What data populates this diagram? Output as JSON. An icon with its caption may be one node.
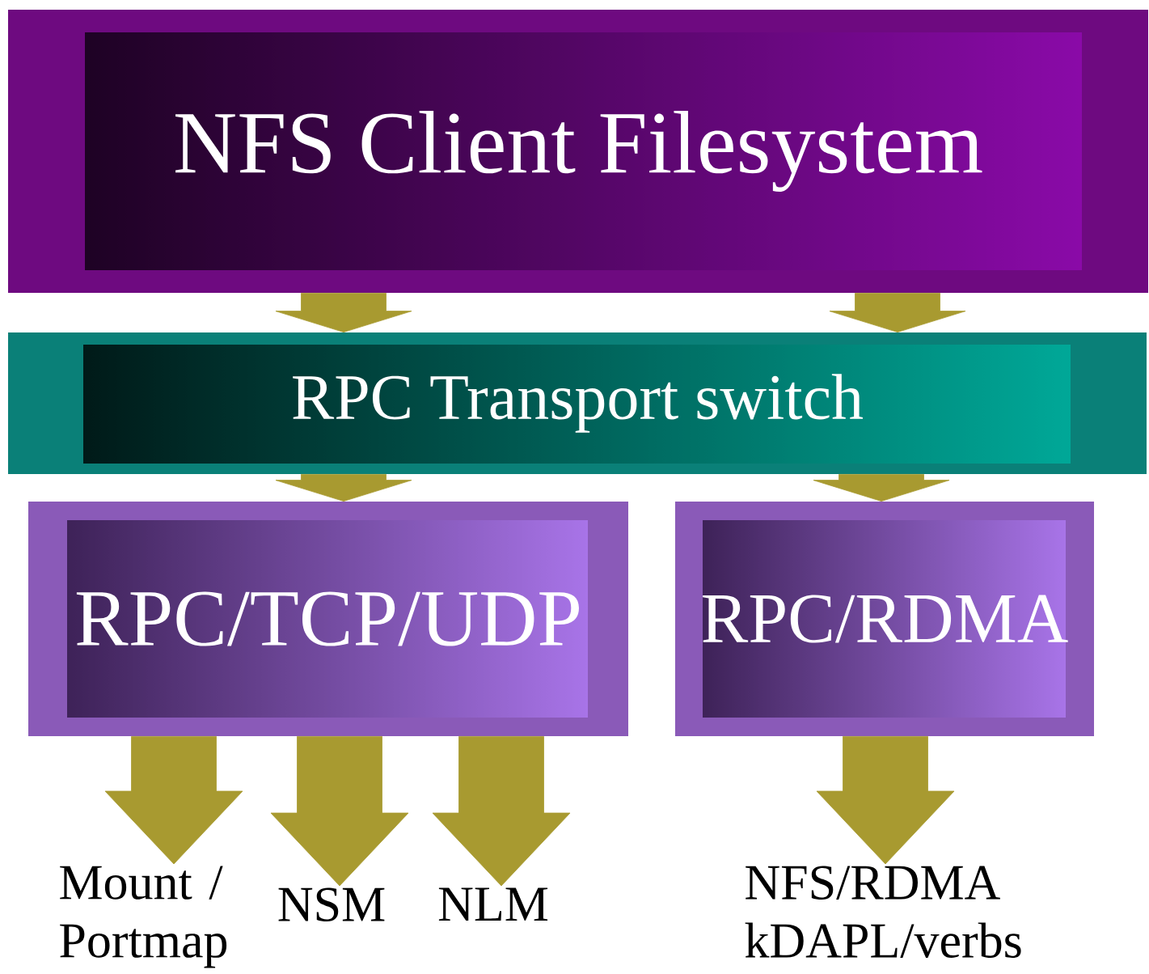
{
  "diagram": {
    "nodes": [
      {
        "text": [
          "NFS Client Filesystem"
        ]
      },
      {
        "text": [
          "RPC Transport switch"
        ]
      },
      {
        "text": [
          "RPC/TCP/UDP"
        ]
      },
      {
        "text": [
          "RPC/RDMA"
        ]
      },
      {
        "text": [
          "Mount / Portmap"
        ]
      },
      {
        "text": [
          "NSM"
        ]
      },
      {
        "text": [
          "NLM"
        ]
      },
      {
        "text": [
          "NFS/RDMA kDAPL/verbs"
        ]
      }
    ],
    "edges": [
      {
        "from": 0,
        "to": 1,
        "arrow": "to"
      },
      {
        "from": 0,
        "to": 1,
        "arrow": "to"
      },
      {
        "from": 1,
        "to": 2,
        "arrow": "to"
      },
      {
        "from": 1,
        "to": 3,
        "arrow": "to"
      },
      {
        "from": 2,
        "to": 4,
        "arrow": "to"
      },
      {
        "from": 2,
        "to": 5,
        "arrow": "to"
      },
      {
        "from": 2,
        "to": 6,
        "arrow": "to"
      },
      {
        "from": 3,
        "to": 7,
        "arrow": "to"
      }
    ]
  }
}
